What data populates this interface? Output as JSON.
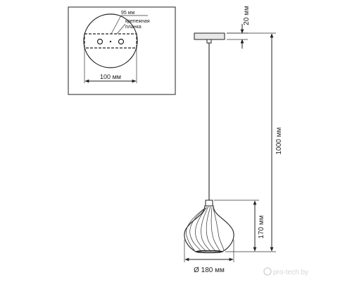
{
  "inset": {
    "width_label": "100 мм",
    "hole_distance_label": "95 мм",
    "bracket_label_line1": "крепежная",
    "bracket_label_line2": "планка"
  },
  "dimensions": {
    "canopy_height": "20 мм",
    "total_height": "1000 мм",
    "shade_height": "170 мм",
    "shade_diameter": "Ø 180 мм"
  },
  "watermark": "pro-tech.by"
}
